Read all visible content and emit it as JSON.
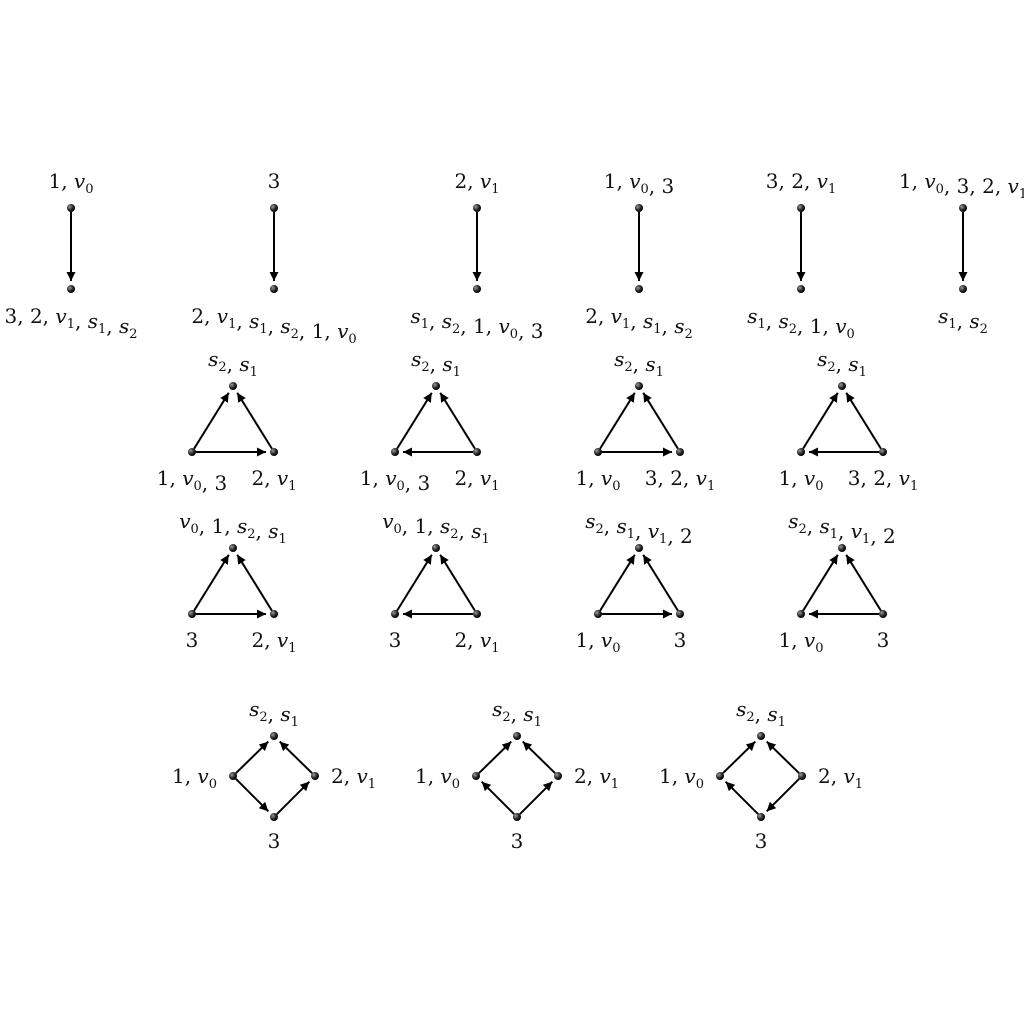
{
  "rows": [
    {
      "kind": "pair",
      "graphs": [
        {
          "top": "1, v_0",
          "bottom": "3, 2, v_1, s_1, s_2"
        },
        {
          "top": "3",
          "bottom": "2, v_1, s_1, s_2, 1, v_0"
        },
        {
          "top": "2, v_1",
          "bottom": "s_1, s_2, 1, v_0, 3"
        },
        {
          "top": "1, v_0, 3",
          "bottom": "2, v_1, s_1, s_2"
        },
        {
          "top": "3, 2, v_1",
          "bottom": "s_1, s_2, 1, v_0"
        },
        {
          "top": "1, v_0, 3, 2, v_1",
          "bottom": "s_1, s_2"
        }
      ]
    },
    {
      "kind": "triangle",
      "graphs": [
        {
          "top": "s_2, s_1",
          "left": "1, v_0, 3",
          "right": "2, v_1",
          "base": "left-to-right"
        },
        {
          "top": "s_2, s_1",
          "left": "1, v_0, 3",
          "right": "2, v_1",
          "base": "right-to-left"
        },
        {
          "top": "s_2, s_1",
          "left": "1, v_0",
          "right": "3, 2, v_1",
          "base": "left-to-right"
        },
        {
          "top": "s_2, s_1",
          "left": "1, v_0",
          "right": "3, 2, v_1",
          "base": "right-to-left"
        }
      ]
    },
    {
      "kind": "triangle",
      "graphs": [
        {
          "top": "v_0, 1, s_2, s_1",
          "left": "3",
          "right": "2, v_1",
          "base": "left-to-right"
        },
        {
          "top": "v_0, 1, s_2, s_1",
          "left": "3",
          "right": "2, v_1",
          "base": "right-to-left"
        },
        {
          "top": "s_2, s_1, v_1, 2",
          "left": "1, v_0",
          "right": "3",
          "base": "left-to-right"
        },
        {
          "top": "s_2, s_1, v_1, 2",
          "left": "1, v_0",
          "right": "3",
          "base": "right-to-left"
        }
      ]
    },
    {
      "kind": "diamond",
      "graphs": [
        {
          "top": "s_2, s_1",
          "left": "1, v_0",
          "right": "2, v_1",
          "bottom": "3",
          "lower": "from-left-and-right-into-bottom-down"
        },
        {
          "top": "s_2, s_1",
          "left": "1, v_0",
          "right": "2, v_1",
          "bottom": "3",
          "lower": "from-bottom-to-left-and-right"
        },
        {
          "top": "s_2, s_1",
          "left": "1, v_0",
          "right": "2, v_1",
          "bottom": "3",
          "lower": "left-from-bottom-right-into-bottom"
        }
      ]
    }
  ]
}
